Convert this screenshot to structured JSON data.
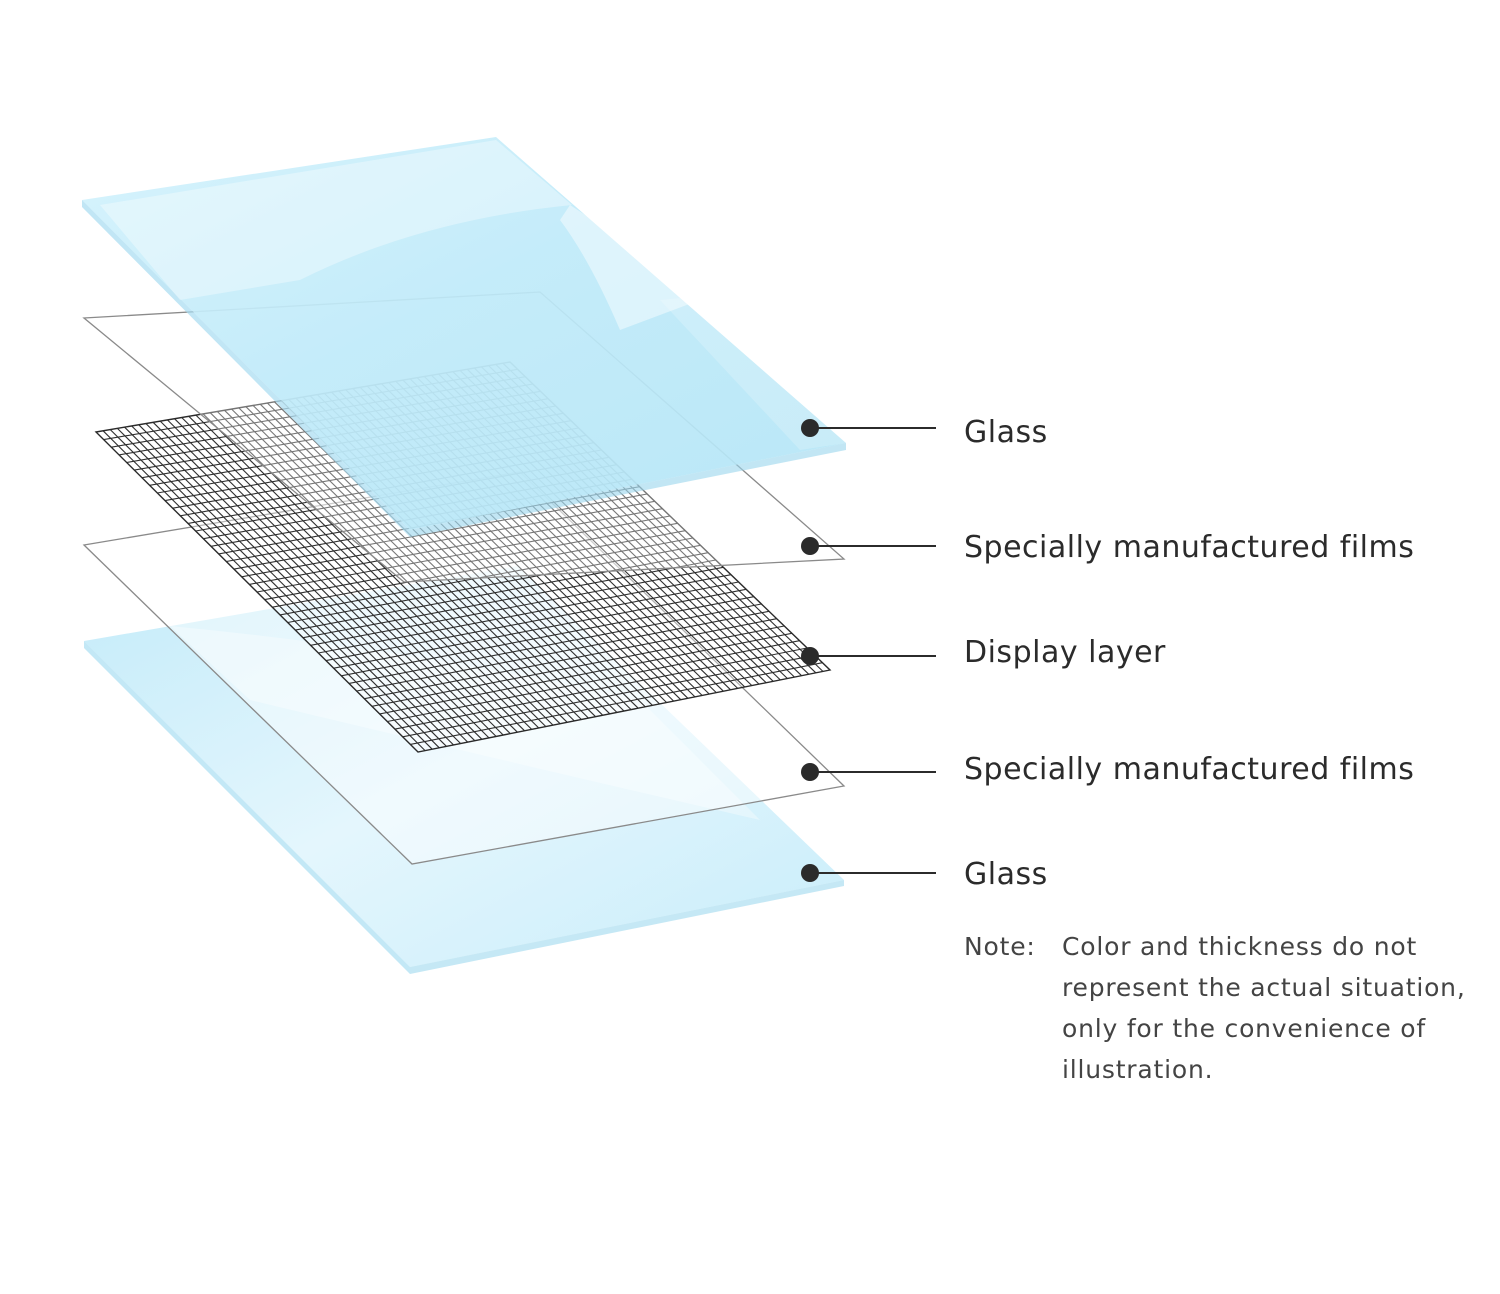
{
  "layers": [
    {
      "label": "Glass",
      "kind": "glass"
    },
    {
      "label": "Specially manufactured films",
      "kind": "film"
    },
    {
      "label": "Display layer",
      "kind": "grid"
    },
    {
      "label": "Specially manufactured films",
      "kind": "film"
    },
    {
      "label": "Glass",
      "kind": "glass"
    }
  ],
  "note": {
    "prefix": "Note:",
    "lines": [
      "Color and thickness do not",
      "represent the actual situation,",
      "only for the convenience of",
      "illustration."
    ]
  },
  "colors": {
    "glass": "#bfeaf8",
    "glass_light": "#e2f6fd",
    "film_edge": "#8a8a8a",
    "grid": "#2f2f2f",
    "leader": "#2b2b2b",
    "text": "#2b2b2b"
  }
}
